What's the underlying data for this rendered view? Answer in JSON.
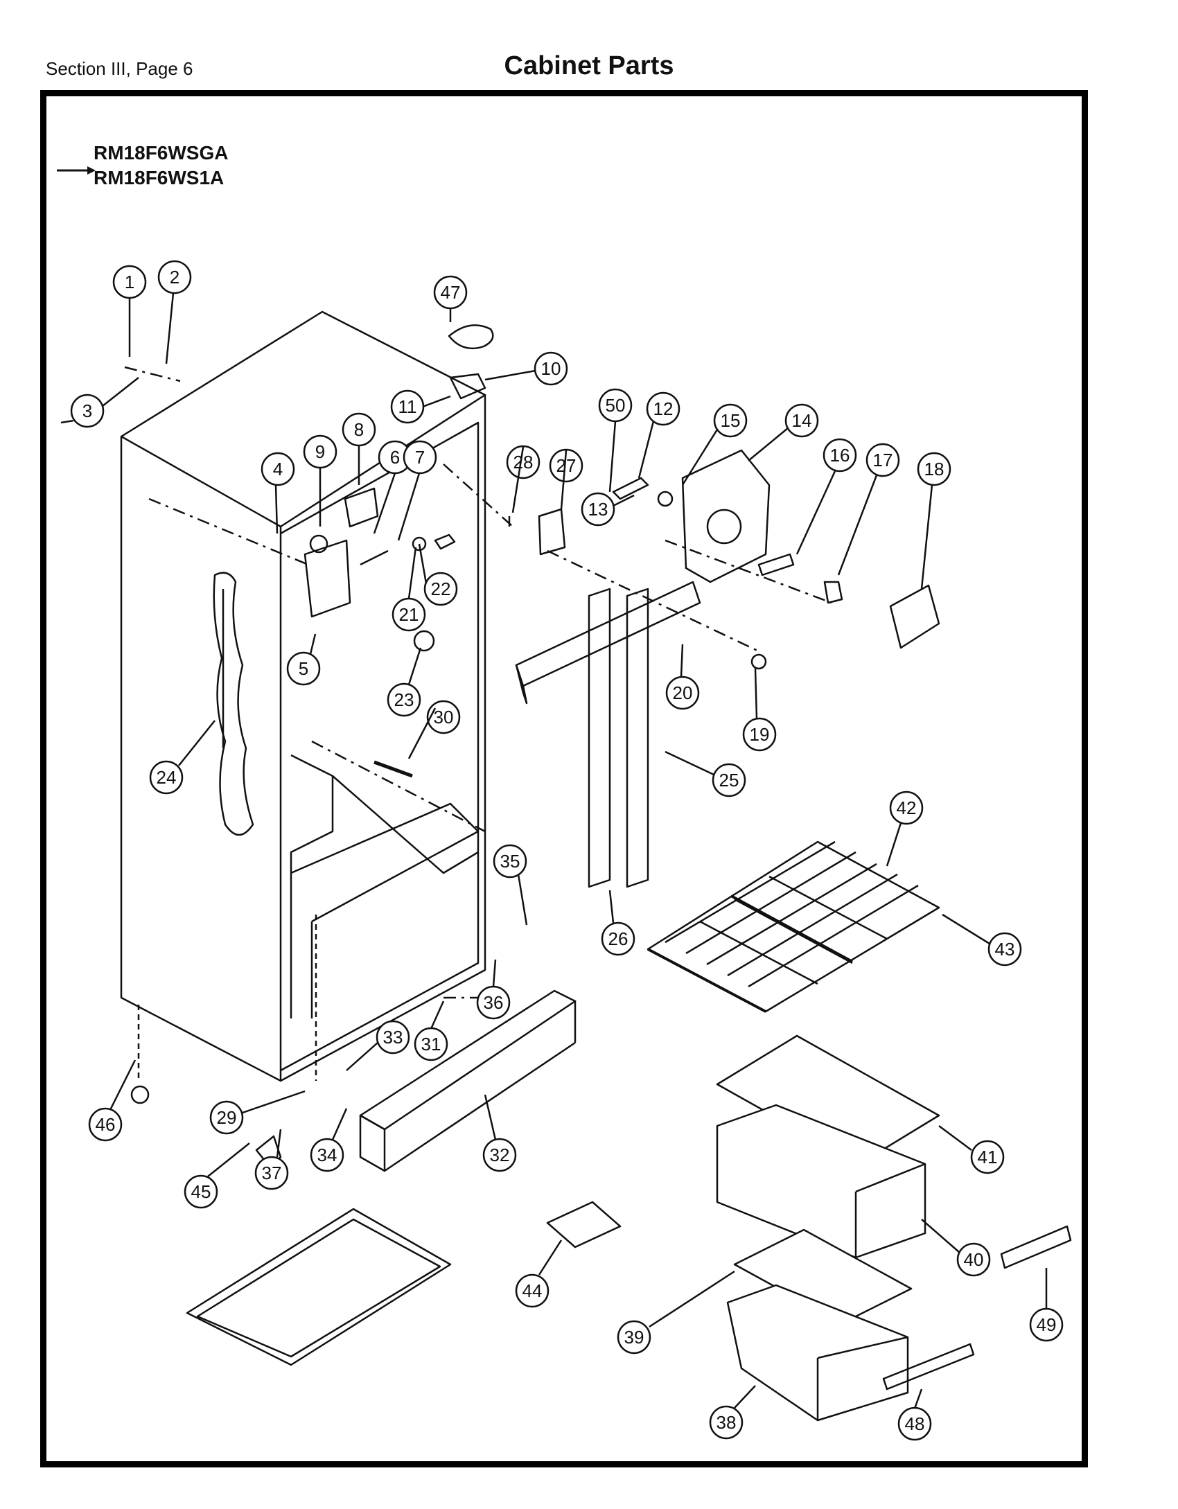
{
  "header": {
    "section": "Section III, Page 6",
    "title": "Cabinet Parts"
  },
  "models": [
    "RM18F6WSGA",
    "RM18F6WS1A"
  ],
  "callouts": [
    "1",
    "2",
    "3",
    "4",
    "5",
    "6",
    "7",
    "8",
    "9",
    "10",
    "11",
    "12",
    "13",
    "14",
    "15",
    "16",
    "17",
    "18",
    "19",
    "20",
    "21",
    "22",
    "23",
    "24",
    "25",
    "26",
    "27",
    "28",
    "29",
    "30",
    "31",
    "32",
    "33",
    "34",
    "35",
    "36",
    "37",
    "38",
    "39",
    "40",
    "41",
    "42",
    "43",
    "44",
    "45",
    "46",
    "47",
    "48",
    "49",
    "50"
  ],
  "colors": {
    "ink": "#111111",
    "paper": "#ffffff",
    "frame": "#000000"
  }
}
